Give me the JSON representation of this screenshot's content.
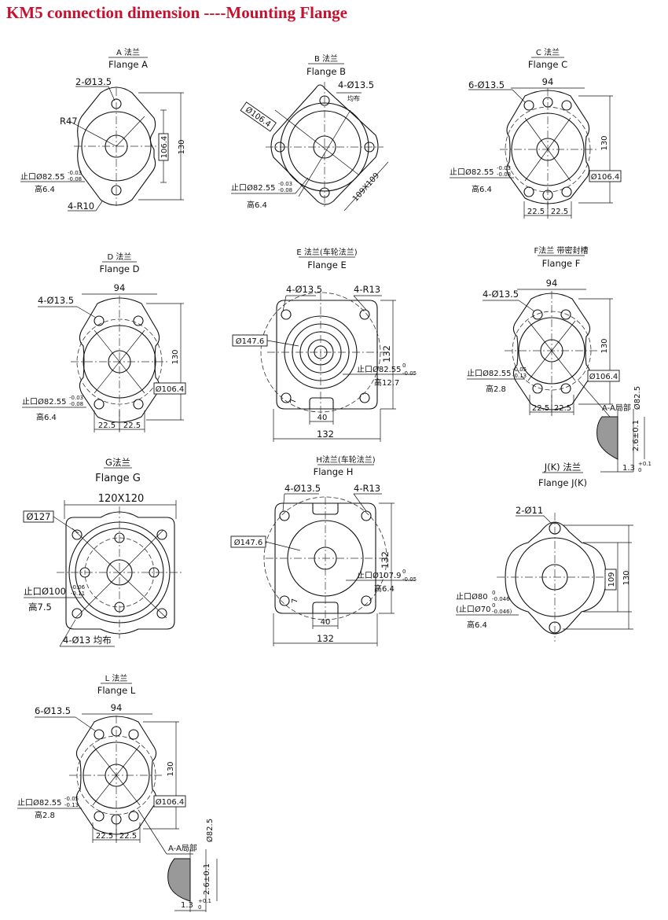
{
  "title": "KM5 connection dimension  ----Mounting  Flange",
  "colors": {
    "title": "#c8102e",
    "line": "#111111",
    "hatch": "#999999"
  },
  "flanges": {
    "A": {
      "cn": "A 法兰",
      "en": "Flange A",
      "holes": "2-Ø13.5",
      "radius": "R47",
      "pilot": "止口Ø82.55-0.03\n-0.08",
      "pilot_main": "止口Ø82.55",
      "tol_up": "-0.03",
      "tol_lo": "-0.08",
      "height": "高6.4",
      "corners": "4-R10",
      "dim_inner": "106.4",
      "dim_outer": "130"
    },
    "B": {
      "cn": "B 法兰",
      "en": "Flange B",
      "holes": "4-Ø13.5",
      "holes_note": "均布",
      "bolt_circle": "Ø106.4",
      "pilot_main": "止口Ø82.55",
      "tol_up": "-0.03",
      "tol_lo": "-0.08",
      "height": "高6.4",
      "square": "109X109"
    },
    "C": {
      "cn": "C 法兰",
      "en": "Flange C",
      "holes": "6-Ø13.5",
      "width": "94",
      "dim_outer": "130",
      "pilot_main": "止口Ø82.55",
      "tol_up": "-0.03",
      "tol_lo": "-0.08",
      "height": "高6.4",
      "bolt_circle": "Ø106.4",
      "spacing_l": "22.5",
      "spacing_r": "22.5"
    },
    "D": {
      "cn": "D 法兰",
      "en": "Flange D",
      "holes": "4-Ø13.5",
      "width": "94",
      "dim_outer": "130",
      "pilot_main": "止口Ø82.55",
      "tol_up": "-0.03",
      "tol_lo": "-0.08",
      "height": "高6.4",
      "bolt_circle": "Ø106.4",
      "spacing_l": "22.5",
      "spacing_r": "22.5"
    },
    "E": {
      "cn": "E 法兰(车轮法兰)",
      "en": "Flange E",
      "holes": "4-Ø13.5",
      "corners": "4-R13",
      "bolt_circle": "Ø147.6",
      "dim_v": "132",
      "pilot_main": "止口Ø82.55",
      "tol_up": "0",
      "tol_lo": "-0.05",
      "height": "高12.7",
      "key": "7",
      "slot": "40",
      "width": "132"
    },
    "F": {
      "cn": "F法兰 带密封槽",
      "en": "Flange F",
      "holes": "4-Ø13.5",
      "width": "94",
      "dim_outer": "130",
      "pilot_main": "止口Ø82.55",
      "tol_up": "-0.05",
      "tol_lo": "-0.13",
      "height": "高2.8",
      "bolt_circle": "Ø106.4",
      "spacing_l": "22.5",
      "spacing_r": "22.5",
      "section": "A-A局部",
      "groove_d": "Ø82.5",
      "groove_h": "2.6±0.1",
      "groove_w": "1.3",
      "groove_w_tol": "+0.1",
      "groove_w_tol2": "0"
    },
    "G": {
      "cn": "G法兰",
      "en": "Flange G",
      "square": "120X120",
      "bolt_circle": "Ø127",
      "pilot_main": "止口Ø100",
      "tol_up": "-0.06",
      "tol_lo": "-0.11",
      "height": "高7.5",
      "holes": "4-Ø13 均布"
    },
    "H": {
      "cn": "H法兰(车轮法兰)",
      "en": "Flange H",
      "holes": "4-Ø13.5",
      "corners": "4-R13",
      "bolt_circle": "Ø147.6",
      "dim_v": "132",
      "pilot_main": "止口Ø107.9",
      "tol_up": "0",
      "tol_lo": "-0.05",
      "height": "高6.4",
      "key": "7",
      "slot": "40",
      "width": "132"
    },
    "J": {
      "cn": "J(K) 法兰",
      "en": "Flange J(K)",
      "holes": "2-Ø11",
      "pilot_main": "止口Ø80",
      "tol_up": "0",
      "tol_lo": "-0.046",
      "pilot_k": "(止口Ø70",
      "tol_k_up": "0",
      "tol_k_lo": "-0.046)",
      "height": "高6.4",
      "dim_inner": "109",
      "dim_outer": "130"
    },
    "L": {
      "cn": "L 法兰",
      "en": "Flange L",
      "holes": "6-Ø13.5",
      "width": "94",
      "dim_outer": "130",
      "pilot_main": "止口Ø82.55",
      "tol_up": "-0.05",
      "tol_lo": "-0.13",
      "height": "高2.8",
      "bolt_circle": "Ø106.4",
      "spacing_l": "22.5",
      "spacing_r": "22.5",
      "section": "A-A局部",
      "groove_d": "Ø82.5",
      "groove_h": "2.6±0.1",
      "groove_w": "1.3",
      "groove_w_tol": "+0.1",
      "groove_w_tol2": "0"
    }
  }
}
